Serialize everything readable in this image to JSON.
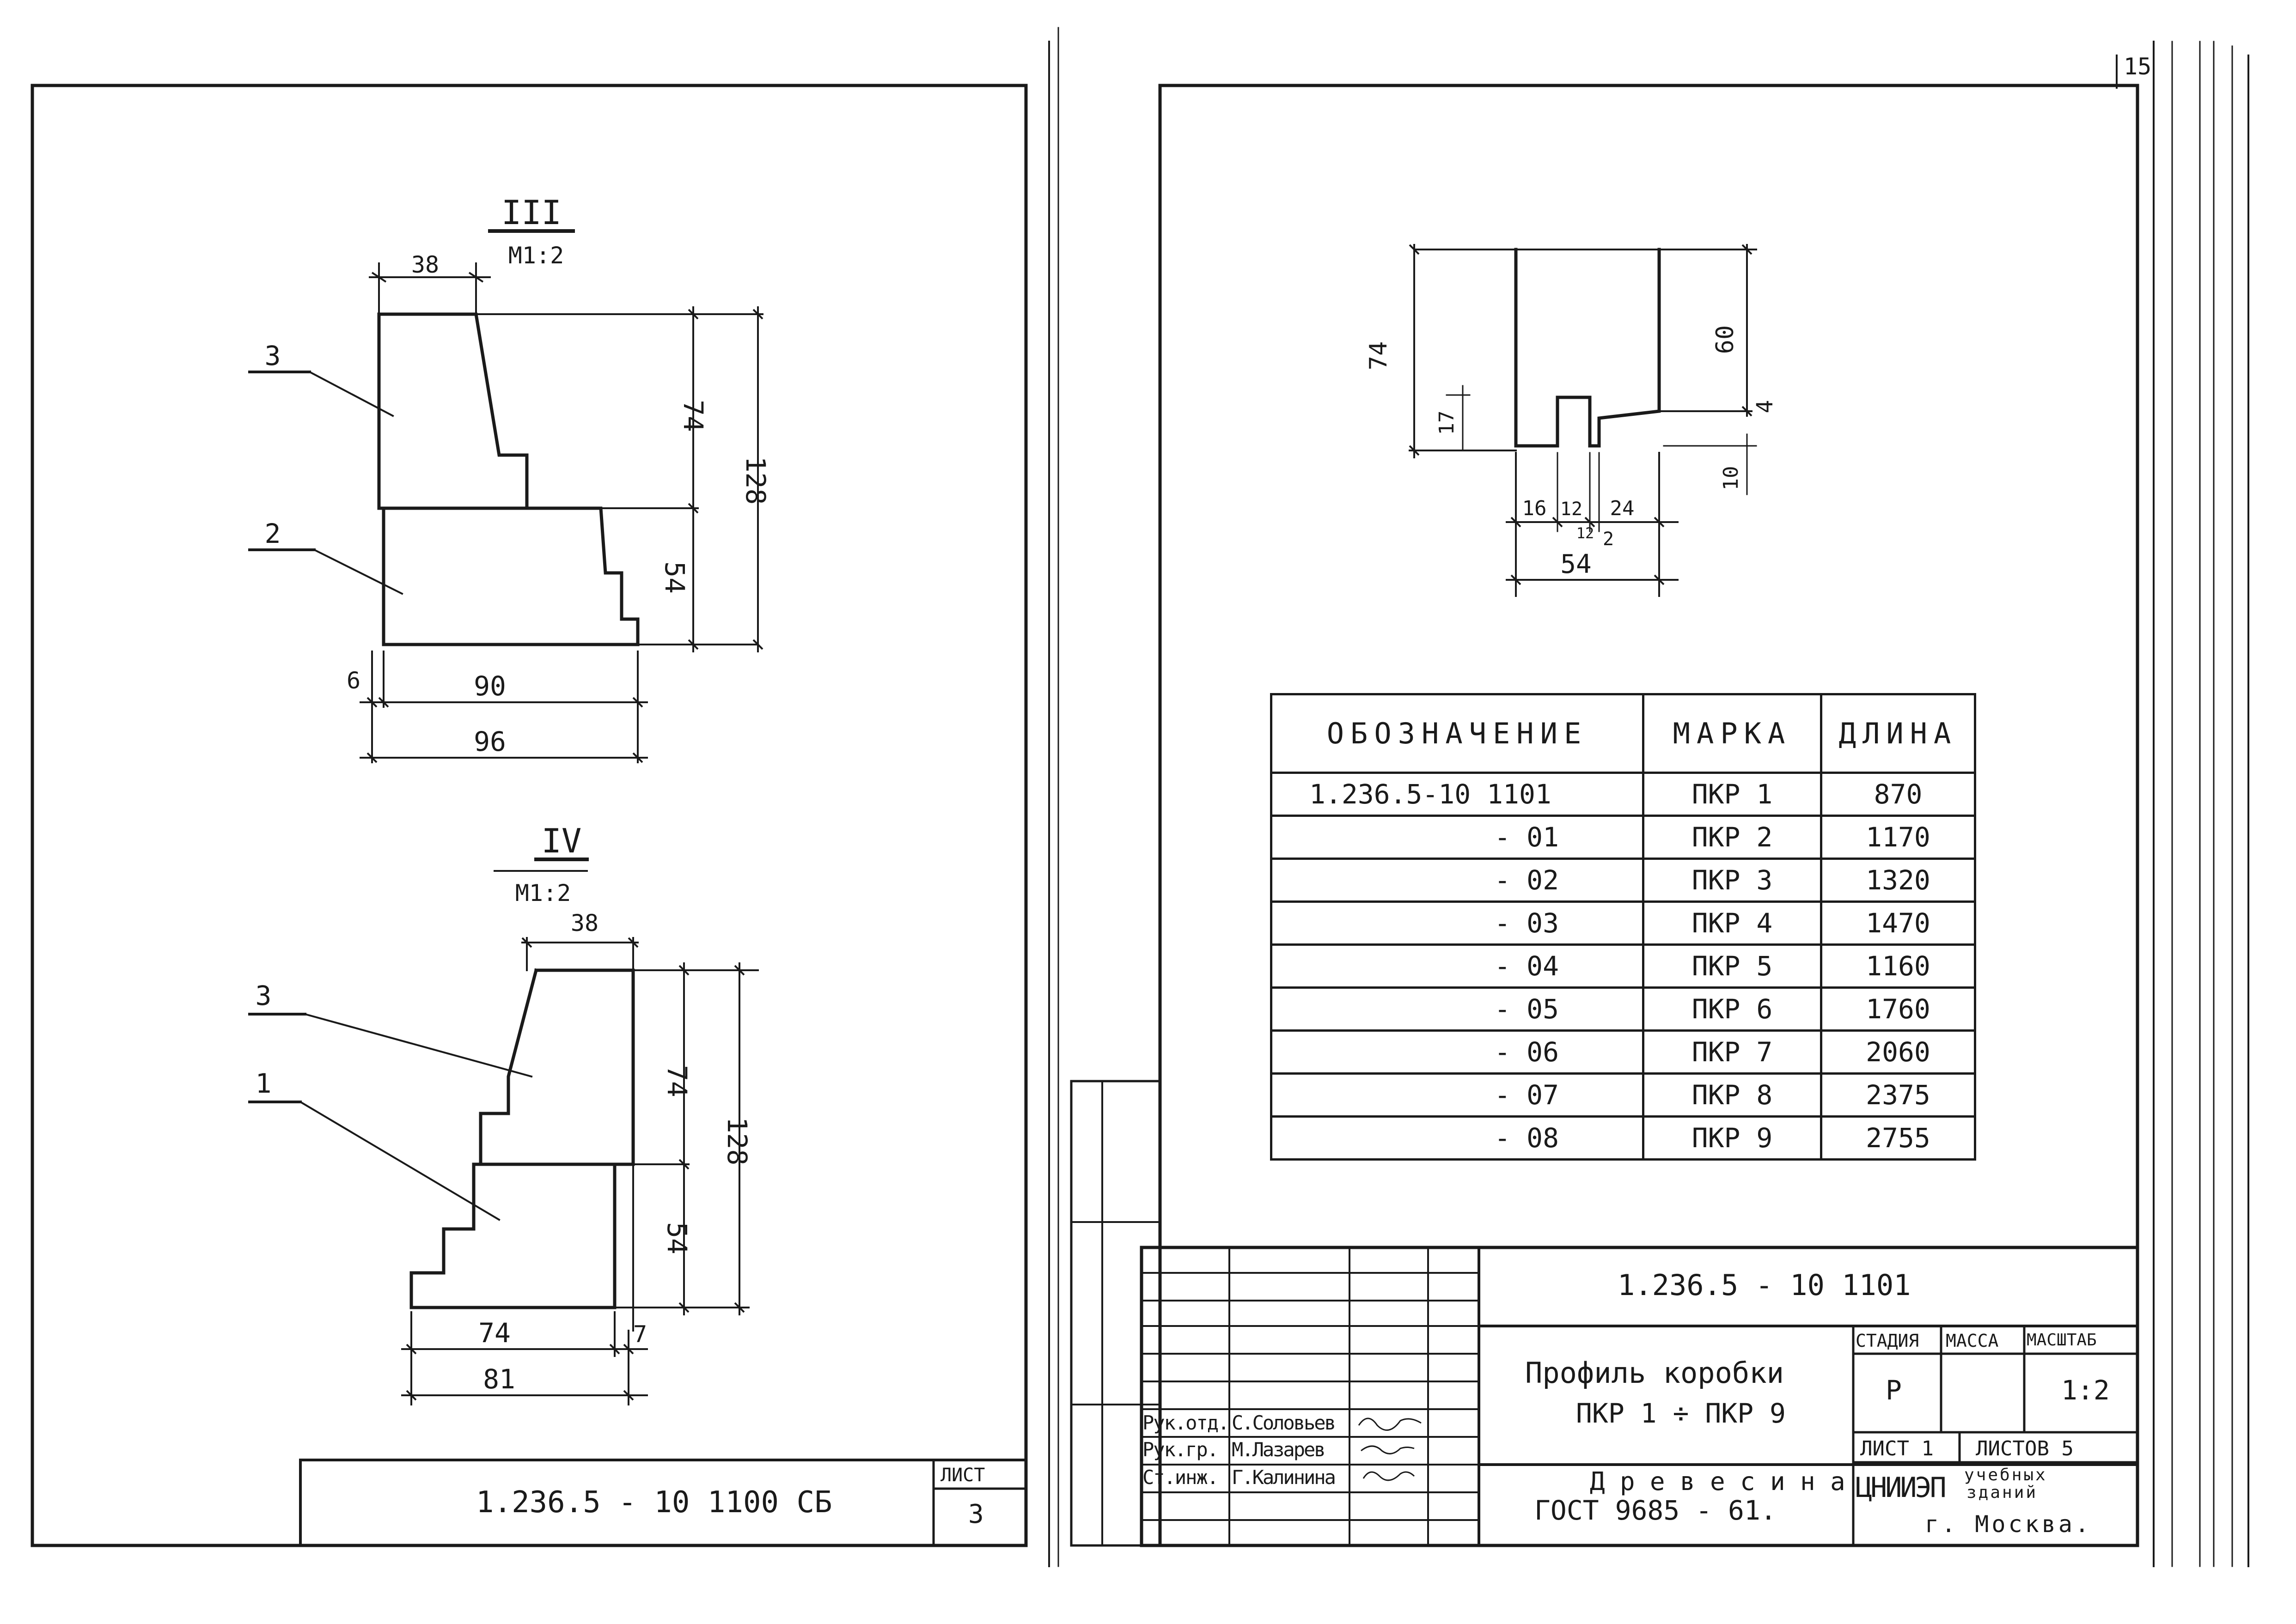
{
  "page_number": "15",
  "left_sheet": {
    "section_iii": {
      "mark": "III",
      "scale": "М1:2",
      "dims": {
        "top": "38",
        "h_upper": "74",
        "h_total": "128",
        "h_lower": "54",
        "offset": "6",
        "w_inner": "90",
        "w_total": "96"
      },
      "callouts": [
        "3",
        "2"
      ]
    },
    "section_iv": {
      "mark": "IV",
      "scale": "М1:2",
      "dims": {
        "top": "38",
        "h_upper": "74",
        "h_total": "128",
        "h_lower": "54",
        "w_inner": "74",
        "offset": "7",
        "w_total": "81"
      },
      "callouts": [
        "3",
        "1"
      ]
    },
    "stamp": {
      "code": "1.236.5 - 10  1100 СБ",
      "sheet_label": "ЛИСТ",
      "sheet_number": "3"
    }
  },
  "right_sheet": {
    "profile": {
      "dims": {
        "h_total": "74",
        "h_right": "60",
        "h_tenon": "17",
        "notch": "4",
        "gap": "10",
        "w1": "16",
        "w2": "12",
        "w3": "24",
        "w_small1": "12",
        "w_small2": "2",
        "w_total": "54"
      }
    },
    "table": {
      "headers": [
        "ОБОЗНАЧЕНИЕ",
        "МАРКА",
        "ДЛИНА"
      ],
      "rows": [
        {
          "designation": "1.236.5-10  1101",
          "mark": "ПКР 1",
          "length": "870"
        },
        {
          "designation": "- 01",
          "mark": "ПКР 2",
          "length": "1170"
        },
        {
          "designation": "- 02",
          "mark": "ПКР 3",
          "length": "1320"
        },
        {
          "designation": "- 03",
          "mark": "ПКР 4",
          "length": "1470"
        },
        {
          "designation": "- 04",
          "mark": "ПКР 5",
          "length": "1160"
        },
        {
          "designation": "- 05",
          "mark": "ПКР 6",
          "length": "1760"
        },
        {
          "designation": "- 06",
          "mark": "ПКР 7",
          "length": "2060"
        },
        {
          "designation": "- 07",
          "mark": "ПКР 8",
          "length": "2375"
        },
        {
          "designation": "- 08",
          "mark": "ПКР 9",
          "length": "2755"
        }
      ]
    },
    "title_block": {
      "code": "1.236.5 - 10  1101",
      "title_line1": "Профиль  коробки",
      "title_line2": "ПКР 1 ÷ ПКР 9",
      "material_line1": "Д р е в е с и н а",
      "material_line2": "ГОСТ 9685 - 61.",
      "stage_label": "СТАДИЯ",
      "mass_label": "МАССА",
      "scale_label": "МАСШТАБ",
      "stage_value": "Р",
      "scale_value": "1:2",
      "sheet_label": "ЛИСТ 1",
      "sheets_label": "ЛИСТОВ 5",
      "org_code": "ЦНИИЭП",
      "org_line1": "учебных",
      "org_line2": "зданий",
      "org_city": "г. Москва.",
      "people": [
        {
          "role": "Рук.отд.",
          "name": "С.Соловьев"
        },
        {
          "role": "Рук.гр.",
          "name": "М.Лазарев"
        },
        {
          "role": "Ст.инж.",
          "name": "Г.Калинина"
        }
      ]
    }
  }
}
